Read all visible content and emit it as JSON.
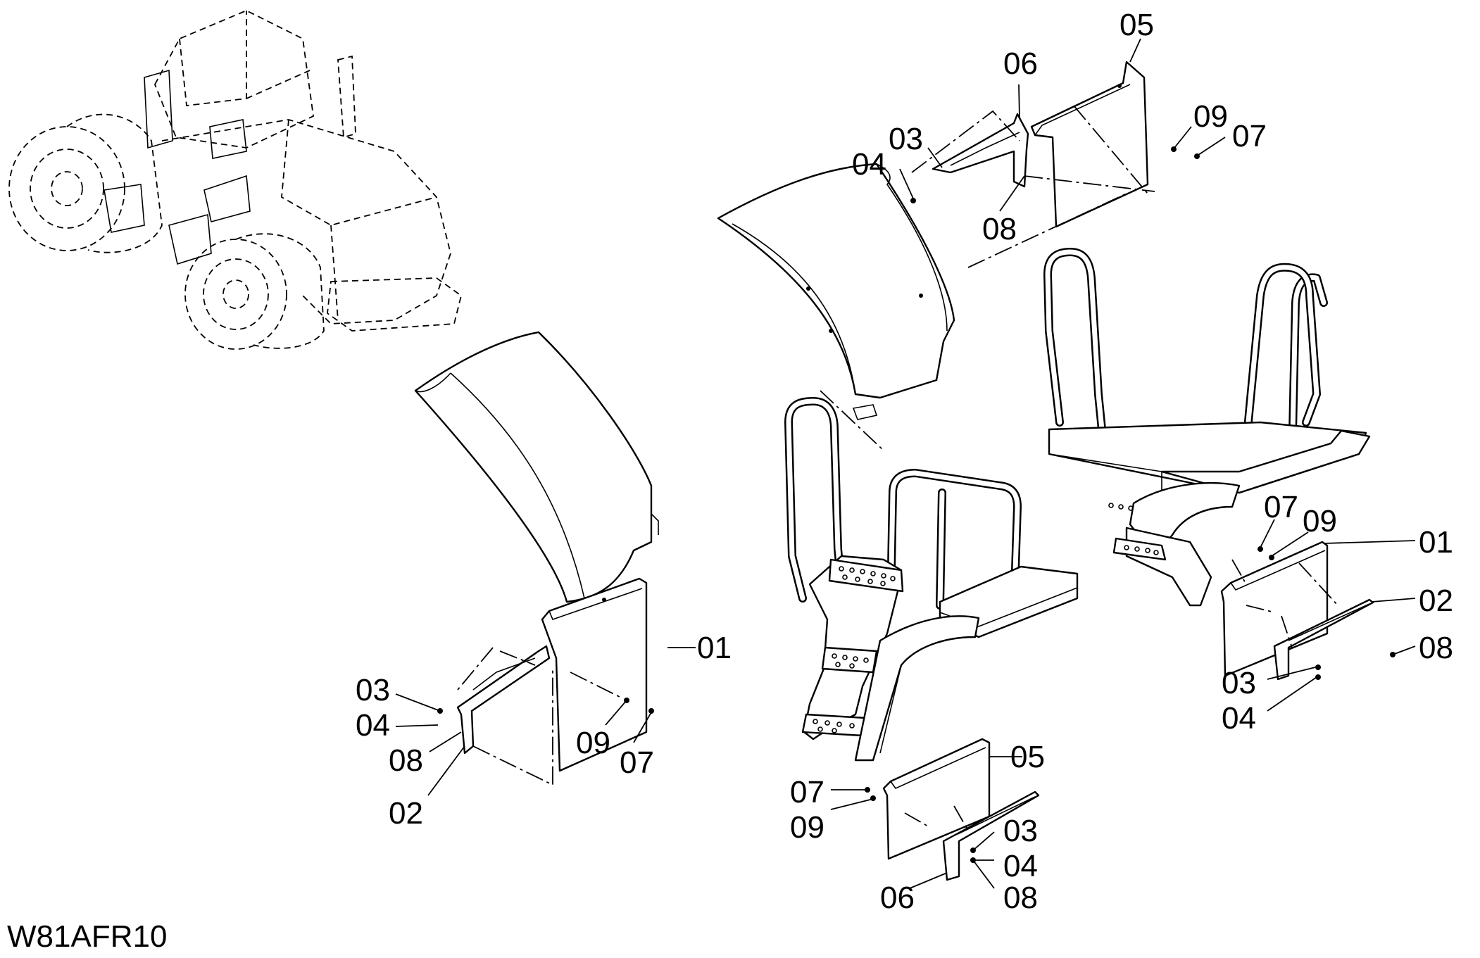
{
  "drawing_code": "W81AFR10",
  "labels": {
    "left_fender": {
      "p01": "01",
      "p02": "02",
      "p03": "03",
      "p04": "04",
      "p07": "07",
      "p08": "08",
      "p09": "09"
    },
    "top_center_flap": {
      "p03": "03",
      "p04": "04",
      "p05": "05",
      "p06": "06",
      "p07": "07",
      "p08": "08",
      "p09": "09"
    },
    "lower_center_flap": {
      "p03": "03",
      "p04": "04",
      "p05": "05",
      "p06": "06",
      "p07": "07",
      "p08": "08",
      "p09": "09"
    },
    "right_flap": {
      "p01": "01",
      "p02": "02",
      "p03": "03",
      "p04": "04",
      "p07": "07",
      "p08": "08",
      "p09": "09"
    }
  }
}
